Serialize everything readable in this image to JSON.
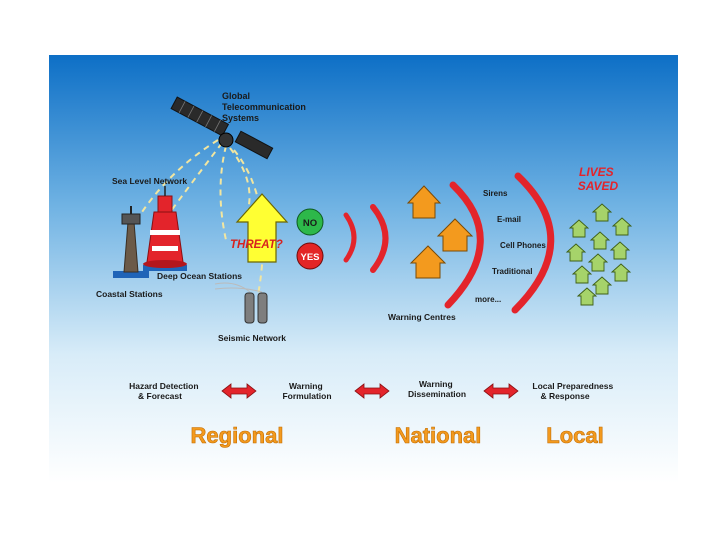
{
  "labels": {
    "satellite": [
      "Global",
      "Telecommunication",
      "Systems"
    ],
    "sea_level_network": "Sea Level Network",
    "deep_ocean_stations": "Deep Ocean Stations",
    "coastal_stations": "Coastal Stations",
    "seismic_network": "Seismic Network",
    "threat": "THREAT?",
    "no": "NO",
    "yes": "YES",
    "warning_centres": "Warning Centres",
    "lives_saved": [
      "LIVES",
      "SAVED"
    ],
    "channels": [
      "Sirens",
      "E-mail",
      "Cell Phones",
      "Traditional",
      "more..."
    ]
  },
  "stages": [
    [
      "Hazard Detection",
      "& Forecast"
    ],
    [
      "Warning",
      "Formulation"
    ],
    [
      "Warning",
      "Dissemination"
    ],
    [
      "Local Preparedness",
      "& Response"
    ]
  ],
  "levels": {
    "regional": "Regional",
    "national": "National",
    "local": "Local"
  },
  "colors": {
    "sky_top": "#0d6fc6",
    "sky_bottom": "#ffffff",
    "wave_red": "#e3242b",
    "house_orange": "#f39a1e",
    "house_green": "#a6d36a",
    "arrow_yellow": "#ffff33",
    "no_green": "#2db84a",
    "yes_red": "#e32626",
    "level_orange": "#f39a1e"
  }
}
